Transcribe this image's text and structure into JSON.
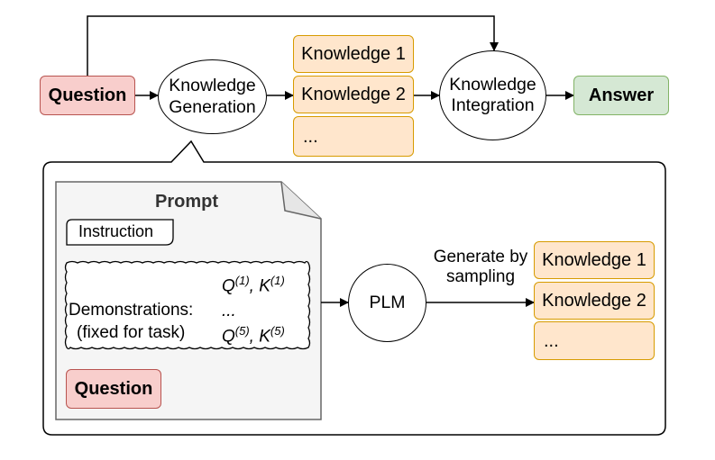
{
  "top_flow": {
    "question": "Question",
    "knowledge_generation": [
      "Knowledge",
      "Generation"
    ],
    "knowledge_items": [
      "Knowledge 1",
      "Knowledge 2",
      "..."
    ],
    "knowledge_integration": [
      "Knowledge",
      "Integration"
    ],
    "answer": "Answer"
  },
  "detail": {
    "prompt_title": "Prompt",
    "instruction": "Instruction",
    "demonstrations_label": "Demonstrations:",
    "demonstrations_sub": "(fixed for task)",
    "demo_first": {
      "q": "Q",
      "q_sup": "(1)",
      "k": "K",
      "k_sup": "(1)"
    },
    "demo_ellipsis": "...",
    "demo_last": {
      "q": "Q",
      "q_sup": "(5)",
      "k": "K",
      "k_sup": "(5)"
    },
    "question": "Question",
    "plm": "PLM",
    "edge_label": [
      "Generate by",
      "sampling"
    ],
    "knowledge_items": [
      "Knowledge 1",
      "Knowledge 2",
      "..."
    ]
  },
  "colors": {
    "question_fill": "#f8cecc",
    "question_stroke": "#b85450",
    "knowledge_fill": "#ffe6cc",
    "knowledge_stroke": "#d79b00",
    "answer_fill": "#d5e8d4",
    "answer_stroke": "#82b366",
    "prompt_fill": "#f5f5f5",
    "prompt_stroke": "#666666"
  }
}
